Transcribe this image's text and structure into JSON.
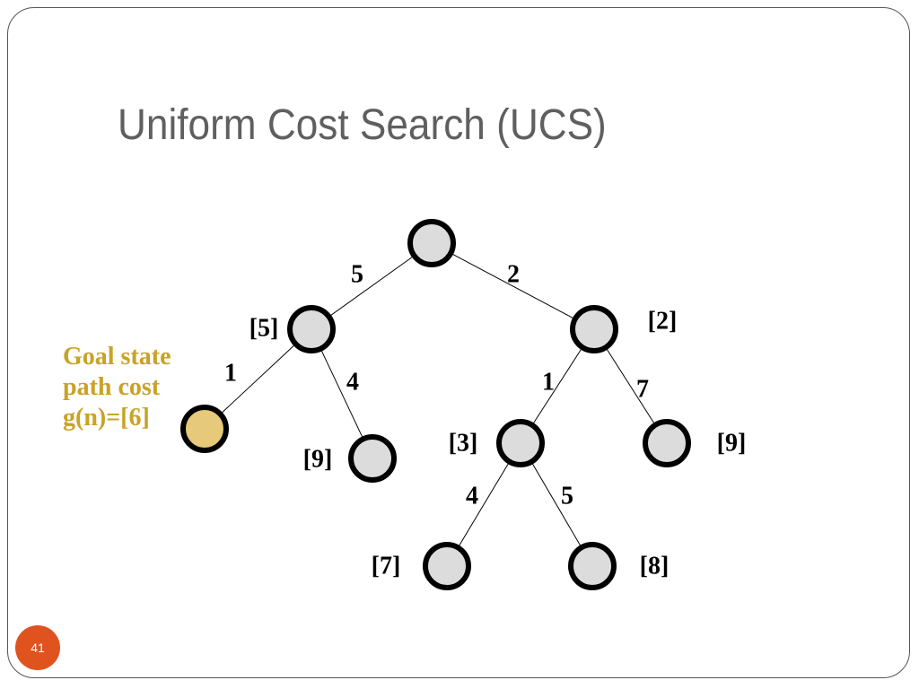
{
  "slide": {
    "title": "Uniform Cost Search (UCS)",
    "page_number": "41"
  },
  "goal_note": {
    "lines": [
      "Goal state",
      "path cost",
      "g(n)=[6]"
    ]
  },
  "tree": {
    "nodes": [
      {
        "id": "root",
        "cost_label": "",
        "is_goal": false
      },
      {
        "id": "n5",
        "cost_label": "[5]",
        "is_goal": false
      },
      {
        "id": "n2",
        "cost_label": "[2]",
        "is_goal": false
      },
      {
        "id": "goal",
        "cost_label": "",
        "is_goal": true
      },
      {
        "id": "n9a",
        "cost_label": "[9]",
        "is_goal": false
      },
      {
        "id": "n3",
        "cost_label": "[3]",
        "is_goal": false
      },
      {
        "id": "n9b",
        "cost_label": "[9]",
        "is_goal": false
      },
      {
        "id": "n7",
        "cost_label": "[7]",
        "is_goal": false
      },
      {
        "id": "n8",
        "cost_label": "[8]",
        "is_goal": false
      }
    ],
    "edges": [
      {
        "from": "root",
        "to": "n5",
        "weight": "5"
      },
      {
        "from": "root",
        "to": "n2",
        "weight": "2"
      },
      {
        "from": "n5",
        "to": "goal",
        "weight": "1"
      },
      {
        "from": "n5",
        "to": "n9a",
        "weight": "4"
      },
      {
        "from": "n2",
        "to": "n3",
        "weight": "1"
      },
      {
        "from": "n2",
        "to": "n9b",
        "weight": "7"
      },
      {
        "from": "n3",
        "to": "n7",
        "weight": "4"
      },
      {
        "from": "n3",
        "to": "n8",
        "weight": "5"
      }
    ]
  },
  "colors": {
    "node_fill": "#dcdcdc",
    "node_stroke": "#000000",
    "goal_fill": "#e6c97a",
    "goal_text": "#c9a227",
    "badge": "#e0531f",
    "title": "#5f5f5f"
  }
}
